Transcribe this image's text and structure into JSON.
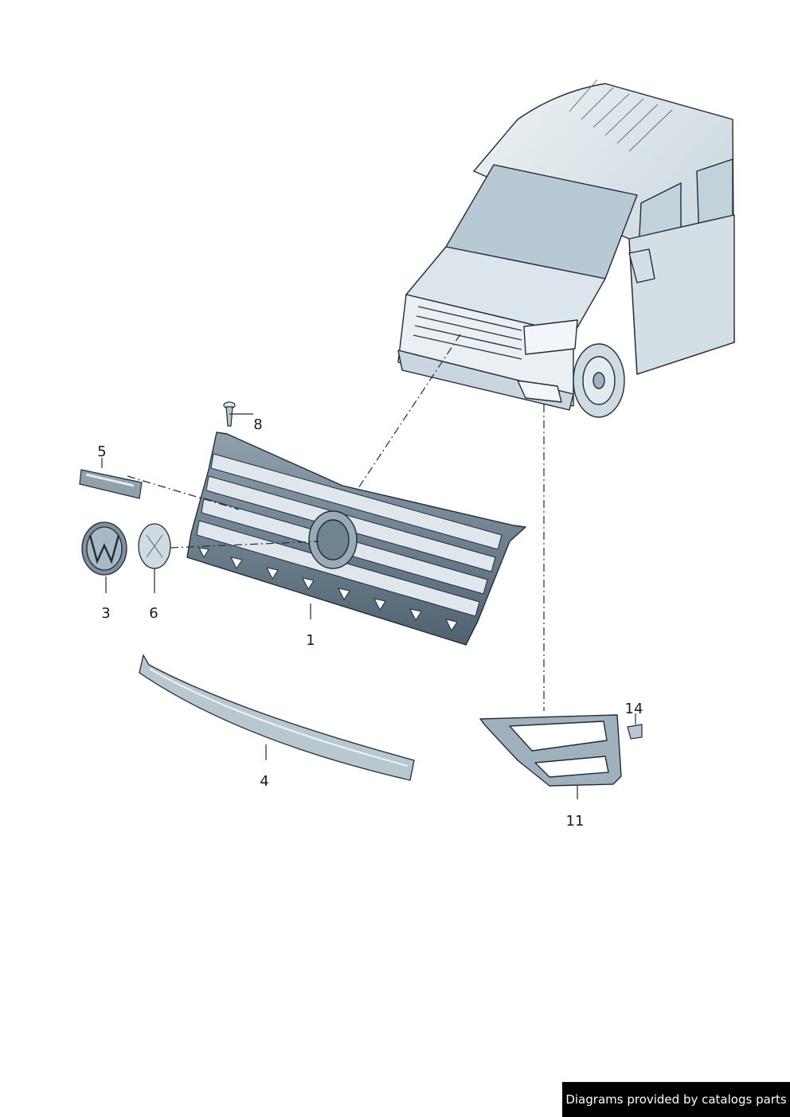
{
  "diagram": {
    "callouts": [
      "1",
      "3",
      "4",
      "5",
      "6",
      "8",
      "11",
      "14"
    ],
    "colors": {
      "line": "#1f2d38",
      "fill_light": "#e6edf2",
      "fill_mid": "#c9d6df",
      "fill_dark": "#6f8391",
      "glass": "#b7c9d3"
    }
  },
  "footer": {
    "text": "Diagrams provided by catalogs parts"
  }
}
